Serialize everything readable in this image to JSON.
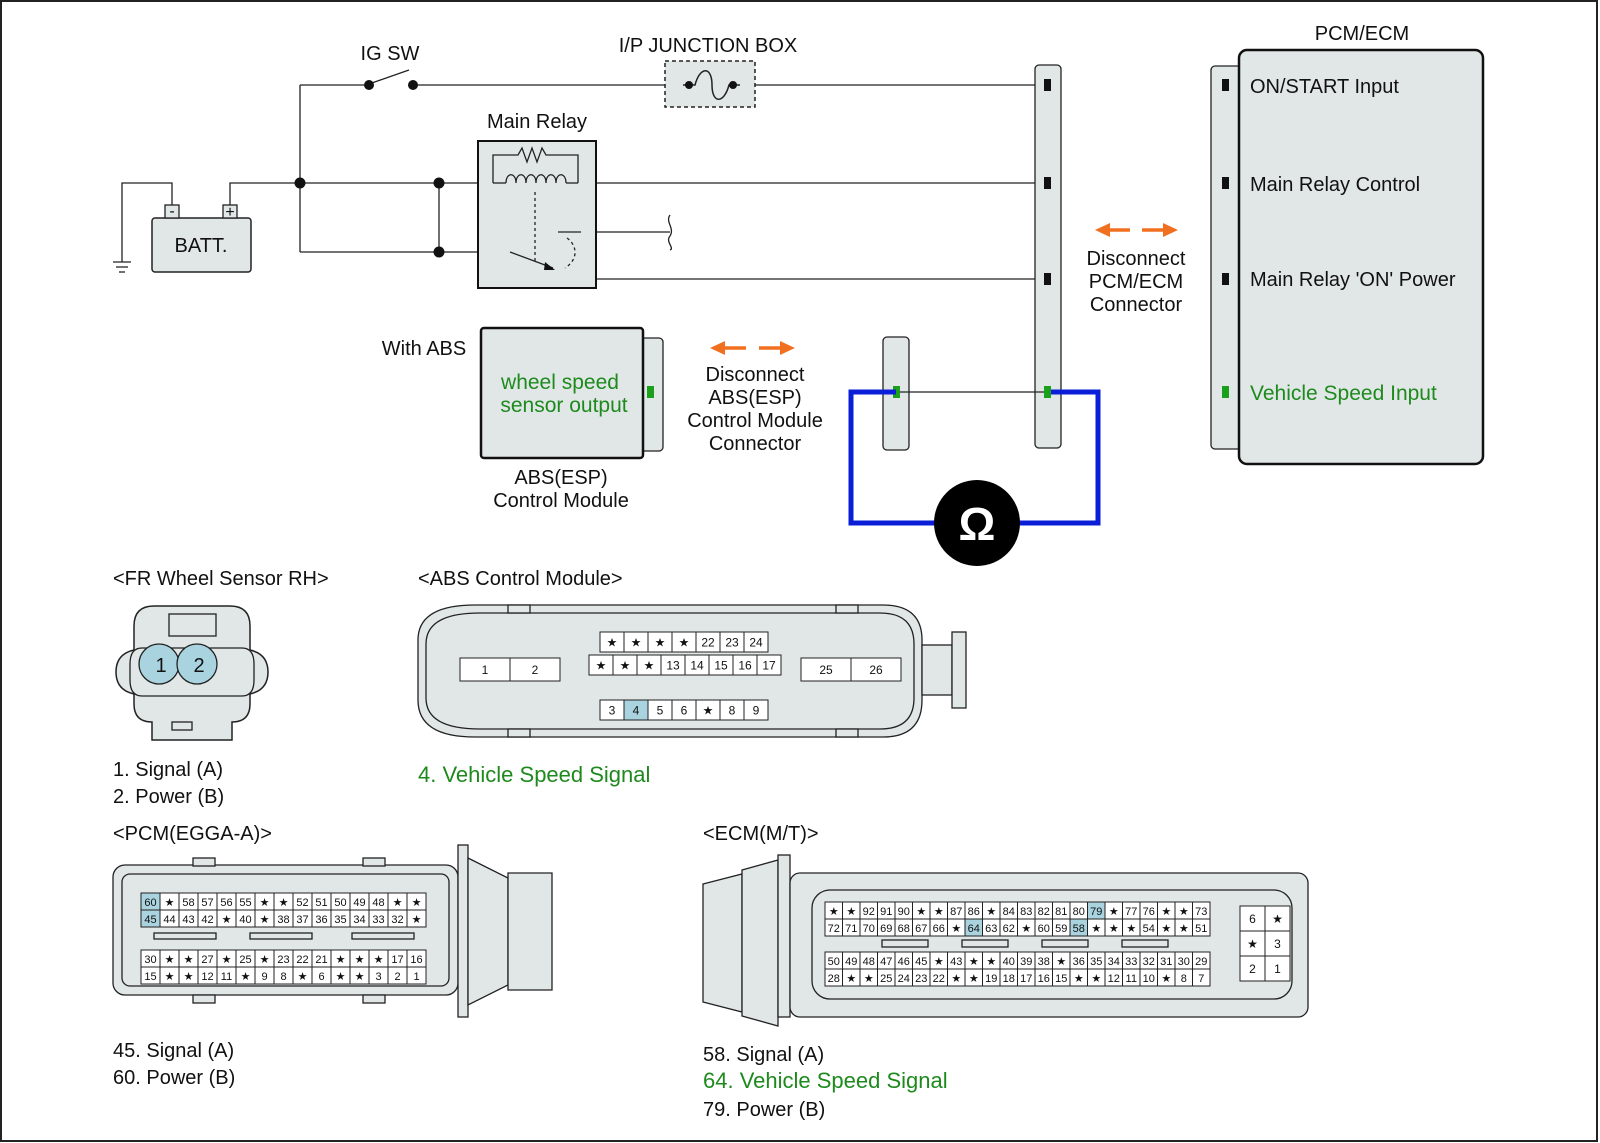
{
  "colors": {
    "module_fill": "#e1e7e6",
    "green_text": "#1e8a1e",
    "orange_arrow": "#f07020",
    "blue_lead": "#0a1ed8",
    "highlight_pin": "#a9d3df",
    "green_pin": "#1aa01a"
  },
  "circuit": {
    "ig_sw": "IG SW",
    "junction_box": "I/P JUNCTION BOX",
    "main_relay": "Main Relay",
    "battery": "BATT.",
    "battery_neg": "-",
    "battery_pos": "+",
    "with_abs": "With ABS",
    "abs_output_line1": "wheel speed",
    "abs_output_line2": "sensor output",
    "abs_module_line1": "ABS(ESP)",
    "abs_module_line2": "Control Module",
    "disconnect_abs": [
      "Disconnect",
      "ABS(ESP)",
      "Control Module",
      "Connector"
    ],
    "disconnect_pcm": [
      "Disconnect",
      "PCM/ECM",
      "Connector"
    ],
    "pcm_title": "PCM/ECM",
    "pcm_pins": [
      "ON/START Input",
      "Main Relay Control",
      "Main Relay 'ON' Power",
      "Vehicle Speed Input"
    ],
    "ohm_symbol": "Ω"
  },
  "fr_sensor": {
    "title": "<FR Wheel Sensor RH>",
    "pins": [
      "1",
      "2"
    ],
    "notes": [
      "1. Signal (A)",
      "2. Power (B)"
    ]
  },
  "abs_connector": {
    "title": "<ABS Control Module>",
    "left_pins": [
      "1",
      "2"
    ],
    "right_pins": [
      "25",
      "26"
    ],
    "top_row": [
      "★",
      "★",
      "★",
      "★",
      "22",
      "23",
      "24"
    ],
    "mid_row": [
      "★",
      "★",
      "★",
      "13",
      "14",
      "15",
      "16",
      "17"
    ],
    "bottom_row": [
      "3",
      "4",
      "5",
      "6",
      "★",
      "8",
      "9"
    ],
    "highlight": [
      "4"
    ],
    "note": "4. Vehicle Speed Signal"
  },
  "pcm_connector": {
    "title": "<PCM(EGGA-A)>",
    "row1": [
      "60",
      "★",
      "58",
      "57",
      "56",
      "55",
      "★",
      "★",
      "52",
      "51",
      "50",
      "49",
      "48",
      "★",
      "★"
    ],
    "row2": [
      "45",
      "44",
      "43",
      "42",
      "★",
      "40",
      "★",
      "38",
      "37",
      "36",
      "35",
      "34",
      "33",
      "32",
      "★"
    ],
    "row3": [
      "30",
      "★",
      "★",
      "27",
      "★",
      "25",
      "★",
      "23",
      "22",
      "21",
      "★",
      "★",
      "★",
      "17",
      "16"
    ],
    "row4": [
      "15",
      "★",
      "★",
      "12",
      "11",
      "★",
      "9",
      "8",
      "★",
      "6",
      "★",
      "★",
      "3",
      "2",
      "1"
    ],
    "highlight": [
      "60",
      "45"
    ],
    "notes": [
      "45. Signal (A)",
      "60. Power (B)"
    ]
  },
  "ecm_connector": {
    "title": "<ECM(M/T)>",
    "row1": [
      "★",
      "★",
      "92",
      "91",
      "90",
      "★",
      "★",
      "87",
      "86",
      "★",
      "84",
      "83",
      "82",
      "81",
      "80",
      "79",
      "★",
      "77",
      "76",
      "★",
      "★",
      "73"
    ],
    "row2": [
      "72",
      "71",
      "70",
      "69",
      "68",
      "67",
      "66",
      "★",
      "64",
      "63",
      "62",
      "★",
      "60",
      "59",
      "58",
      "★",
      "★",
      "★",
      "54",
      "★",
      "★",
      "51"
    ],
    "row3": [
      "50",
      "49",
      "48",
      "47",
      "46",
      "45",
      "★",
      "43",
      "★",
      "★",
      "40",
      "39",
      "38",
      "★",
      "36",
      "35",
      "34",
      "33",
      "32",
      "31",
      "30",
      "29"
    ],
    "row4": [
      "28",
      "★",
      "★",
      "25",
      "24",
      "23",
      "22",
      "★",
      "★",
      "19",
      "18",
      "17",
      "16",
      "15",
      "★",
      "★",
      "12",
      "11",
      "10",
      "★",
      "8",
      "7"
    ],
    "side_rows": [
      [
        "6",
        "★"
      ],
      [
        "★",
        "3"
      ],
      [
        "2",
        "1"
      ]
    ],
    "highlight": [
      "79",
      "64",
      "58"
    ],
    "notes": [
      "58. Signal (A)",
      "79. Power (B)"
    ],
    "note_green": "64. Vehicle Speed Signal"
  }
}
